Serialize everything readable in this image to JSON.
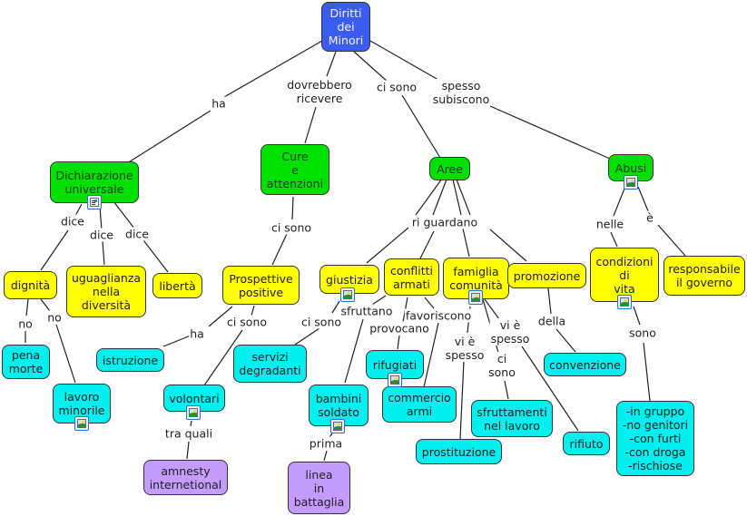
{
  "map_title": "Diritti dei Minori",
  "colors": {
    "root": "#3b5cf0",
    "level1": "#00e000",
    "level2": "#ffff00",
    "level3": "#00f0f0",
    "level4": "#c49bff"
  },
  "nodes": {
    "root": "Diritti\ndei\nMinori",
    "dichiarazione": "Dichiarazione\nuniversale",
    "cure": "Cure\ne\nattenzioni",
    "aree": "Aree",
    "abusi": "Abusi",
    "dignita": "dignità",
    "uguaglianza": "uguaglianza\nnella\ndiversità",
    "liberta": "libertà",
    "prospettive": "Prospettive\npositive",
    "giustizia": "giustizia",
    "conflitti": "conflitti\narmati",
    "famiglia": "famiglia\ncomunità",
    "promozione": "promozione",
    "condizioni": "condizioni\ndi\nvita",
    "responsabile": "responsabile\nil governo",
    "pena_morte": "pena\nmorte",
    "lavoro_minorile": "lavoro\nminorile",
    "istruzione": "istruzione",
    "servizi": "servizi\ndegradanti",
    "volontari": "volontari",
    "rifugiati": "rifugiati",
    "commercio": "commercio\narmi",
    "bambini_soldato": "bambini\nsoldato",
    "prostituzione": "prostituzione",
    "sfruttamenti": "sfruttamenti\nnel lavoro",
    "rifiuto": "rifiuto",
    "convenzione": "convenzione",
    "gruppi": "-in gruppo\n-no genitori\n-con furti\n-con droga\n-rischiose",
    "amnesty": "amnesty\ninternetional",
    "linea": "linea\nin\nbattaglia"
  },
  "links": {
    "ha": "ha",
    "dovrebbero": "dovrebbero\nricevere",
    "ci_sono_aree": "ci sono",
    "spesso_subiscono": "spesso\nsubiscono",
    "dice1": "dice",
    "dice2": "dice",
    "dice3": "dice",
    "no1": "no",
    "no2": "no",
    "ci_sono_cure": "ci sono",
    "riguardano": "ri guardano",
    "nelle": "nelle",
    "e": "è",
    "ha2": "ha",
    "ci_sono_prosp": "ci sono",
    "ci_sono_giust": "ci sono",
    "sfruttano": "sfruttano",
    "provocano": "provocano",
    "favoriscono": "favoriscono",
    "vi_e_spesso1": "vi è\nspesso",
    "vi_e_spesso2": "vi è\nspesso",
    "ci_sono_fam": "ci\nsono",
    "della": "della",
    "sono": "sono",
    "tra_quali": "tra quali",
    "prima": "prima"
  },
  "icons": {
    "dichiarazione": "document-icon",
    "lavoro_minorile": "image-icon",
    "volontari": "image-icon",
    "bambini_soldato": "image-icon",
    "giustizia": "image-icon",
    "rifugiati": "image-icon",
    "famiglia": "image-icon",
    "abusi": "image-icon",
    "condizioni": "image-icon"
  }
}
